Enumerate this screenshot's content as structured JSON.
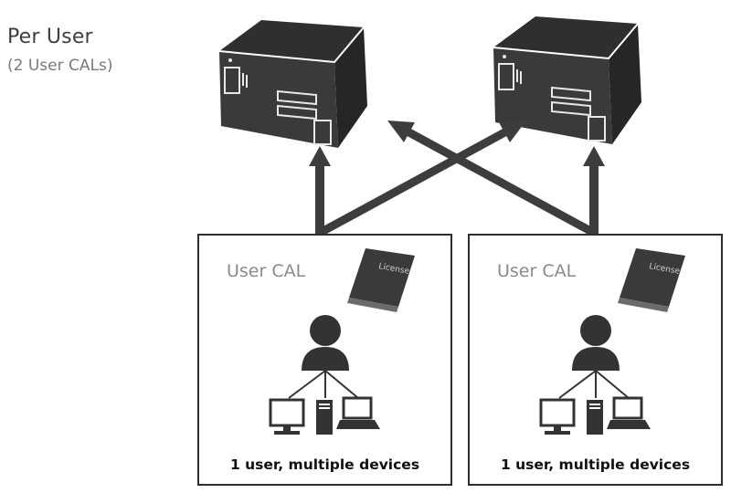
{
  "heading": {
    "title": "Per User",
    "subtitle": "(2 User CALs)"
  },
  "boxes": [
    {
      "title": "User CAL",
      "book_label": "License",
      "caption": "1 user, multiple devices"
    },
    {
      "title": "User CAL",
      "book_label": "License",
      "caption": "1 user, multiple devices"
    }
  ],
  "colors": {
    "dark": "#2f2f2f",
    "server_face": "#3a3a3a",
    "arrow": "#3d3d3d",
    "frame": "#2e2e2e"
  },
  "icons": {
    "server": "server-icon",
    "book": "license-book-icon",
    "person": "user-icon",
    "desktop": "desktop-computer-icon",
    "tower": "tower-computer-icon",
    "laptop": "laptop-icon"
  }
}
